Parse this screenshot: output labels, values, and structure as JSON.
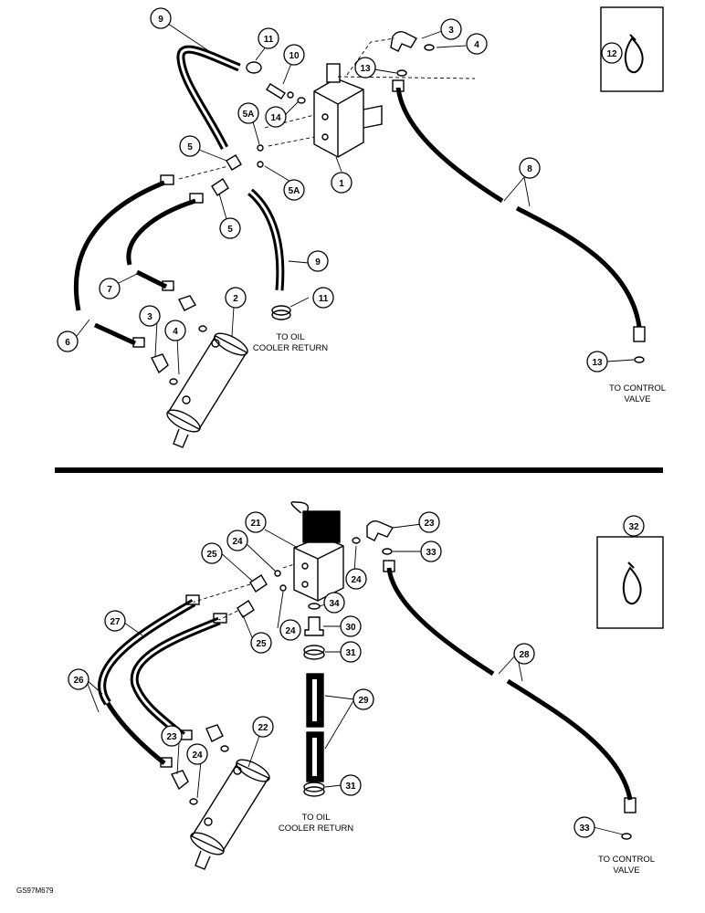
{
  "figure_code": "GS97M679",
  "top_section": {
    "callouts": [
      "9",
      "11",
      "10",
      "3",
      "4",
      "12",
      "13",
      "14",
      "5A",
      "5",
      "1",
      "5A",
      "8",
      "5",
      "9",
      "11",
      "7",
      "2",
      "3",
      "4",
      "6",
      "13"
    ],
    "labels": {
      "oil_cooler_line1": "TO OIL",
      "oil_cooler_line2": "COOLER RETURN",
      "control_valve_line1": "TO CONTROL",
      "control_valve_line2": "VALVE"
    }
  },
  "bottom_section": {
    "callouts": [
      "21",
      "23",
      "32",
      "25",
      "24",
      "33",
      "24",
      "34",
      "27",
      "25",
      "24",
      "30",
      "31",
      "28",
      "26",
      "29",
      "22",
      "23",
      "24",
      "31",
      "33"
    ],
    "labels": {
      "oil_cooler_line1": "TO OIL",
      "oil_cooler_line2": "COOLER RETURN",
      "control_valve_line1": "TO CONTROL",
      "control_valve_line2": "VALVE"
    }
  }
}
